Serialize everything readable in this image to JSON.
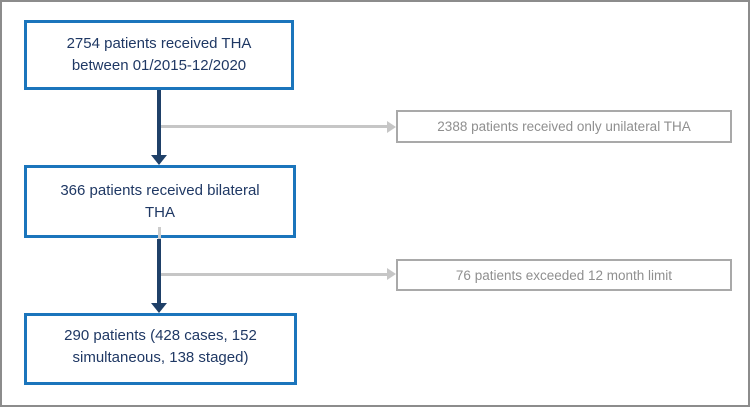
{
  "flowchart": {
    "boxes": [
      {
        "id": "total-tha",
        "lines": [
          "2754 patients received THA",
          "between 01/2015-12/2020"
        ]
      },
      {
        "id": "bilateral-tha",
        "lines": [
          "366 patients received bilateral",
          "THA"
        ]
      },
      {
        "id": "final-cohort",
        "lines": [
          "290 patients (428 cases, 152",
          "simultaneous, 138 staged)"
        ]
      }
    ],
    "exclusions": [
      {
        "id": "unilateral-only",
        "label": "2388 patients received only unilateral THA"
      },
      {
        "id": "exceeded-limit",
        "label": "76 patients exceeded 12 month limit"
      }
    ],
    "colors": {
      "box_border": "#1b75bc",
      "box_text": "#1f3864",
      "arrow": "#1f4068",
      "exclusion_border": "#a9a9a9",
      "exclusion_text": "#8f8f8f",
      "connector": "#c6c6c6",
      "frame": "#8c8c8c"
    }
  }
}
